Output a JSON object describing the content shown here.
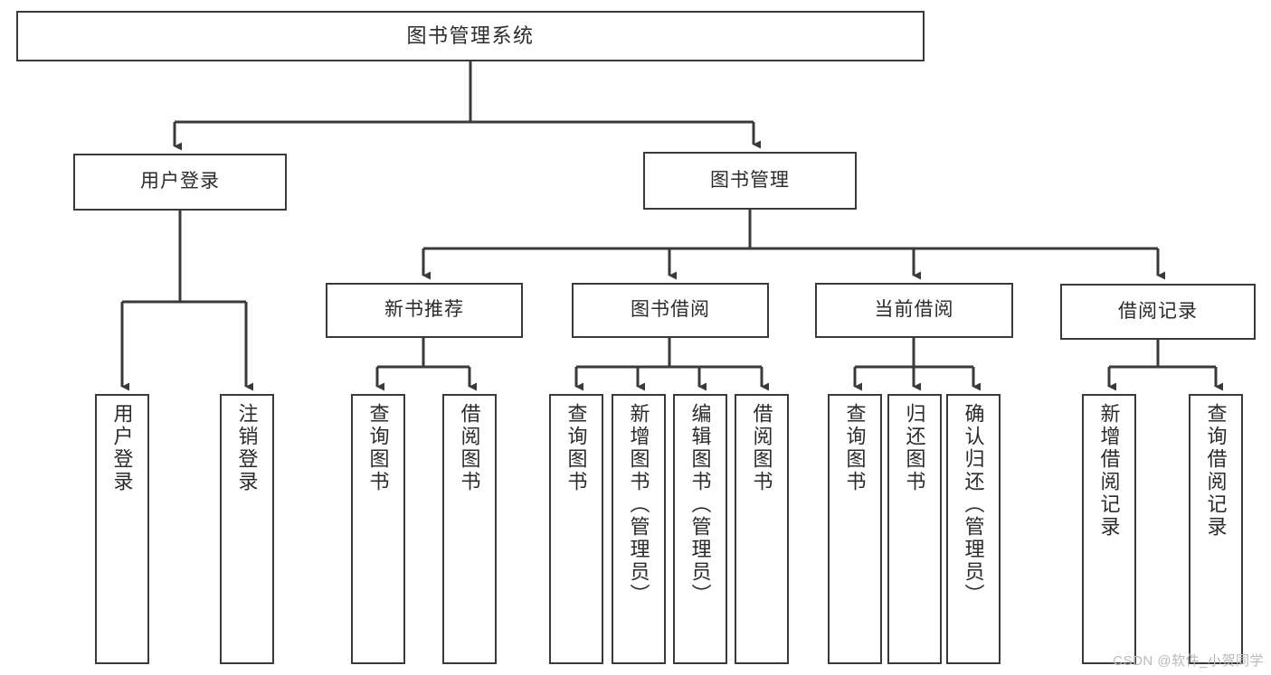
{
  "diagram": {
    "title": "图书管理系统",
    "type": "tree",
    "watermark": "CSDN @软件_小贺同学",
    "line_color": "#3a3a3a",
    "box_fill": "#ffffff",
    "text_color": "#2b2b2b"
  },
  "nodes": {
    "root": {
      "label": "图书管理系统"
    },
    "level2": [
      {
        "label": "用户登录"
      },
      {
        "label": "图书管理"
      }
    ],
    "level3": [
      {
        "label": "新书推荐"
      },
      {
        "label": "图书借阅"
      },
      {
        "label": "当前借阅"
      },
      {
        "label": "借阅记录"
      }
    ],
    "leaves": {
      "user_login": [
        {
          "label": "用户登录"
        },
        {
          "label": "注销登录"
        }
      ],
      "new_book_recommend": [
        {
          "label": "查询图书"
        },
        {
          "label": "借阅图书"
        }
      ],
      "book_borrow": [
        {
          "label": "查询图书"
        },
        {
          "label": "新增图书（管理员）"
        },
        {
          "label": "编辑图书（管理员）"
        },
        {
          "label": "借阅图书"
        }
      ],
      "current_borrow": [
        {
          "label": "查询图书"
        },
        {
          "label": "归还图书"
        },
        {
          "label": "确认归还（管理员）"
        }
      ],
      "borrow_record": [
        {
          "label": "新增借阅记录"
        },
        {
          "label": "查询借阅记录"
        }
      ]
    }
  }
}
